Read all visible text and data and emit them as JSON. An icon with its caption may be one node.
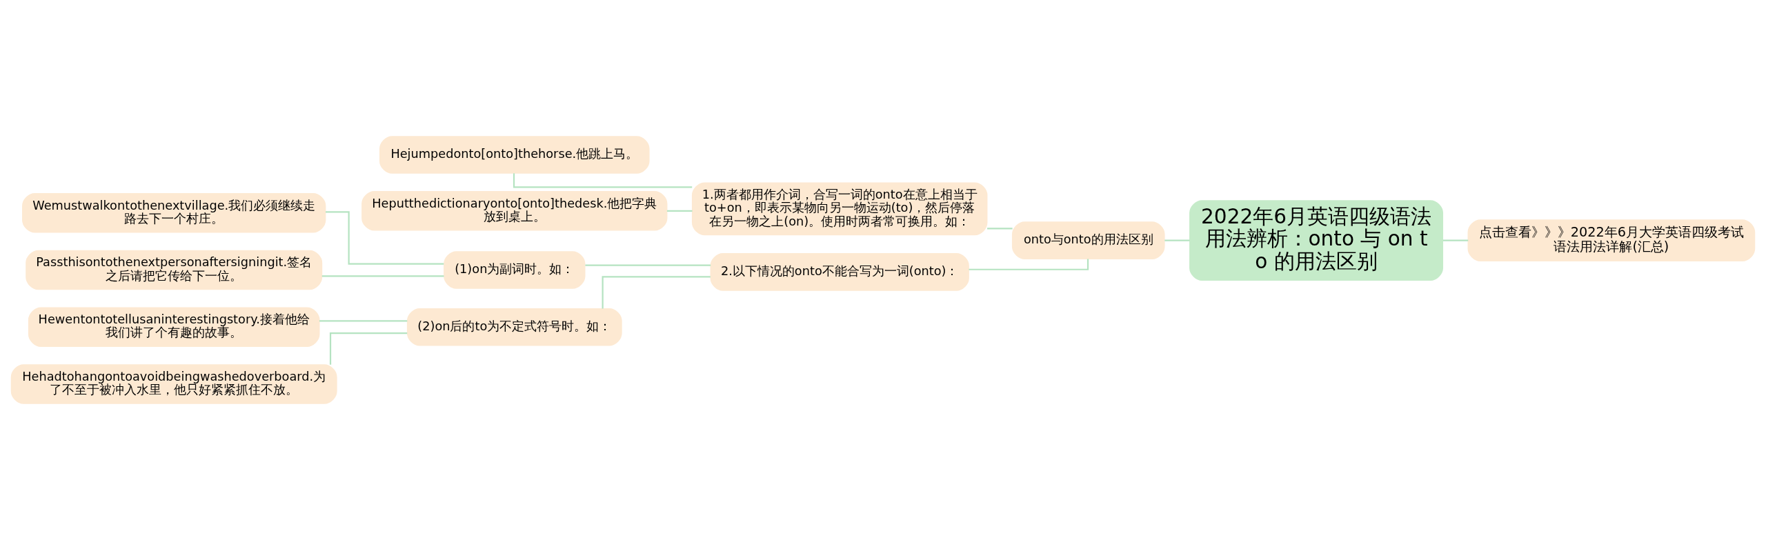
{
  "diagram": {
    "nodes": [
      {
        "text": [
          "2022年6月英语四级语法用法辨析：onto 与 on to 的用法区别"
        ]
      },
      {
        "text": [
          "点击查看》》》2022年6月大学英语四级考试语法用法详解(汇总)"
        ]
      },
      {
        "text": [
          "onto与onto的用法区别"
        ]
      },
      {
        "text": [
          "1.两者都用作介词，合写一词的onto在意上相当于to+on，即表示某物向另一物运动(to)，然后停落在另一物之上(on)。使用时两者常可换用。如："
        ]
      },
      {
        "text": [
          "Hejumpedonto[onto]thehorse.他跳上马。"
        ]
      },
      {
        "text": [
          "Heputthedictionaryonto[onto]thedesk.他把字典放到桌上。"
        ]
      },
      {
        "text": [
          "2.以下情况的onto不能合写为一词(onto)："
        ]
      },
      {
        "text": [
          "(1)on为副词时。如："
        ]
      },
      {
        "text": [
          "Wemustwalkontothenextvillage.我们必须继续走路去下一个村庄。"
        ]
      },
      {
        "text": [
          "Passthisontothenextpersonaftersigningit.签名之后请把它传给下一位。"
        ]
      },
      {
        "text": [
          "(2)on后的to为不定式符号时。如："
        ]
      },
      {
        "text": [
          "Hewentontotellusaninterestingstory.接着他给我们讲了个有趣的故事。"
        ]
      },
      {
        "text": [
          "Hehadtohangontoavoidbeingwashedoverboard.为了不至于被冲入水里，他只好紧紧抓住不放。"
        ]
      }
    ],
    "edges": [
      {
        "from": 0,
        "to": 1,
        "arrow": "none"
      },
      {
        "from": 0,
        "to": 2,
        "arrow": "none"
      },
      {
        "from": 2,
        "to": 3,
        "arrow": "none"
      },
      {
        "from": 3,
        "to": 4,
        "arrow": "none"
      },
      {
        "from": 3,
        "to": 5,
        "arrow": "none"
      },
      {
        "from": 2,
        "to": 6,
        "arrow": "none"
      },
      {
        "from": 6,
        "to": 7,
        "arrow": "none"
      },
      {
        "from": 7,
        "to": 8,
        "arrow": "none"
      },
      {
        "from": 7,
        "to": 9,
        "arrow": "none"
      },
      {
        "from": 6,
        "to": 10,
        "arrow": "none"
      },
      {
        "from": 10,
        "to": 11,
        "arrow": "none"
      },
      {
        "from": 10,
        "to": 12,
        "arrow": "none"
      }
    ]
  }
}
